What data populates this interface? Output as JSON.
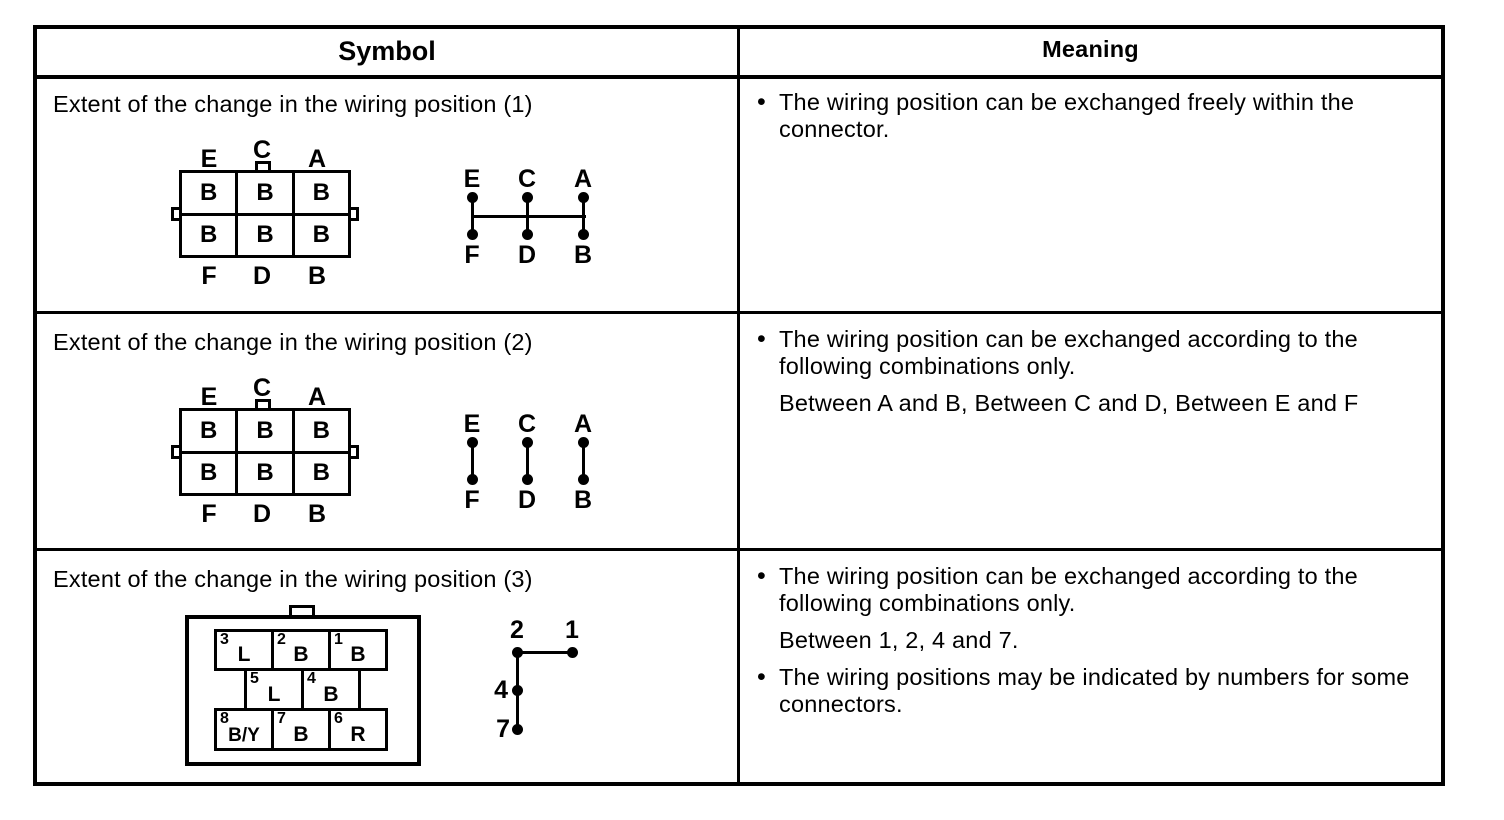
{
  "colors": {
    "ink": "#000000",
    "paper": "#ffffff"
  },
  "ui": {
    "bullet": "•"
  },
  "header": {
    "symbol_label": "Symbol",
    "meaning_label": "Meaning"
  },
  "rows": [
    {
      "title": "Extent of the change in the wiring position (1)",
      "connector": {
        "top_labels": [
          "E",
          "C",
          "A"
        ],
        "bottom_labels": [
          "F",
          "D",
          "B"
        ],
        "cells": [
          "B",
          "B",
          "B",
          "B",
          "B",
          "B"
        ]
      },
      "symbol": {
        "top_labels": [
          "E",
          "C",
          "A"
        ],
        "bottom_labels": [
          "F",
          "D",
          "B"
        ]
      },
      "meaning": {
        "bullet1": "The wiring position can be exchanged freely within the connector."
      }
    },
    {
      "title": "Extent of the change in the wiring position (2)",
      "connector": {
        "top_labels": [
          "E",
          "C",
          "A"
        ],
        "bottom_labels": [
          "F",
          "D",
          "B"
        ],
        "cells": [
          "B",
          "B",
          "B",
          "B",
          "B",
          "B"
        ]
      },
      "symbol": {
        "top_labels": [
          "E",
          "C",
          "A"
        ],
        "bottom_labels": [
          "F",
          "D",
          "B"
        ]
      },
      "meaning": {
        "bullet1": "The wiring position can be exchanged according to the following combinations only.",
        "note": "Between A and B, Between C and D, Between E and F"
      }
    },
    {
      "title": "Extent of the change in the wiring position (3)",
      "connector": {
        "top_row": [
          {
            "num": "3",
            "label": "L"
          },
          {
            "num": "2",
            "label": "B"
          },
          {
            "num": "1",
            "label": "B"
          }
        ],
        "mid_row": [
          {
            "num": "5",
            "label": "L"
          },
          {
            "num": "4",
            "label": "B"
          }
        ],
        "bottom_row": [
          {
            "num": "8",
            "label": "B/Y"
          },
          {
            "num": "7",
            "label": "B"
          },
          {
            "num": "6",
            "label": "R"
          }
        ]
      },
      "symbol": {
        "labels": [
          "2",
          "1",
          "4",
          "7"
        ]
      },
      "meaning": {
        "bullet1": "The wiring position can be exchanged according to the following combinations only.",
        "note": "Between 1, 2, 4 and 7.",
        "bullet2": "The wiring positions may be indicated by numbers for some connectors."
      }
    }
  ]
}
